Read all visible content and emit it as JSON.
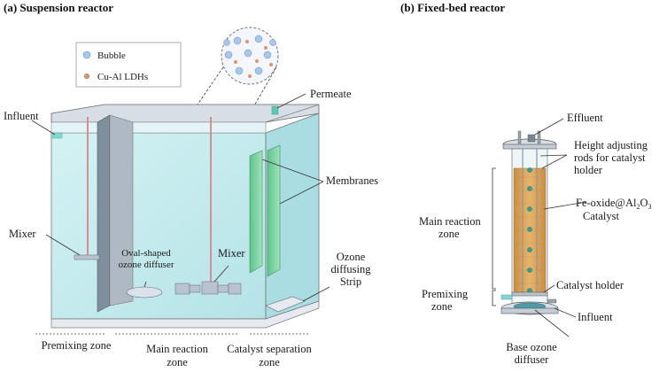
{
  "panel_a": {
    "title": "(a) Suspension reactor",
    "legend": {
      "bubble": "Bubble",
      "ldh": "Cu-Al LDHs"
    },
    "labels": {
      "permeate": "Permeate",
      "influent": "Influent",
      "membranes": "Membranes",
      "mixer_left": "Mixer",
      "oval_diffuser_1": "Oval-shaped",
      "oval_diffuser_2": "ozone diffuser",
      "mixer_center": "Mixer",
      "ozone_1": "Ozone",
      "ozone_2": "diffusing",
      "ozone_3": "Strip"
    },
    "zones": {
      "premixing": "Premixing zone",
      "main_1": "Main reaction",
      "main_2": "zone",
      "catalyst_1": "Catalyst separation",
      "catalyst_2": "zone"
    }
  },
  "panel_b": {
    "title": "(b) Fixed-bed reactor",
    "labels": {
      "effluent": "Effluent",
      "rods_1": "Height adjusting",
      "rods_2": "rods for catalyst",
      "rods_3": "holder",
      "main_zone_1": "Main reaction",
      "main_zone_2": "zone",
      "catalyst_1": "Fe-oxide@Al",
      "catalyst_sub2": "2",
      "catalyst_O": "O",
      "catalyst_sub3": "3",
      "catalyst_2": "Catalyst",
      "holder": "Catalyst holder",
      "premix_1": "Premixing",
      "premix_2": "zone",
      "influent": "Influent",
      "base_1": "Base ozone",
      "base_2": "diffuser"
    }
  },
  "colors": {
    "water": "#bfe9ec",
    "water_dark": "#9fd6dc",
    "membrane": "#7fd3a3",
    "catalyst": "#d9a55a",
    "lid": "#d8dee6",
    "bubble": "#a9c7ea",
    "ldh": "#e0926d"
  }
}
